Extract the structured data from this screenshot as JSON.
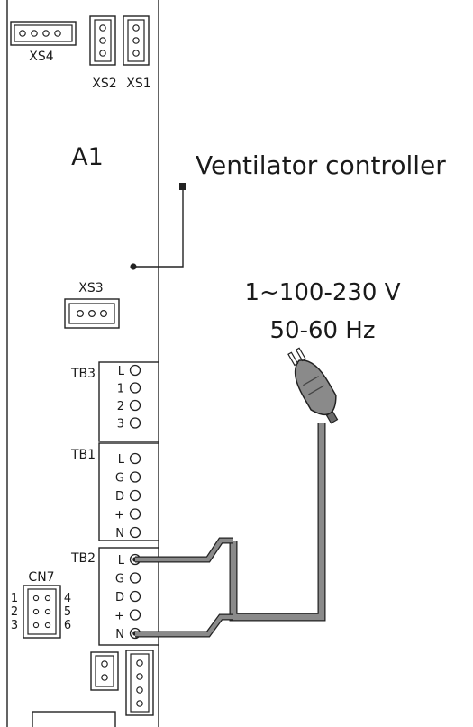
{
  "board": {
    "name": "A1",
    "title": "Ventilator controller"
  },
  "connectors": {
    "xs4": "XS4",
    "xs2": "XS2",
    "xs1": "XS1",
    "xs3": "XS3",
    "cn7": "CN7"
  },
  "power": {
    "voltage": "1~100-230 V",
    "frequency": "50-60 Hz"
  },
  "terminal_blocks": {
    "tb3": {
      "label": "TB3",
      "pins": [
        "L",
        "1",
        "2",
        "3"
      ]
    },
    "tb1": {
      "label": "TB1",
      "pins": [
        "L",
        "G",
        "D",
        "+",
        "N"
      ]
    },
    "tb2": {
      "label": "TB2",
      "pins": [
        "L",
        "G",
        "D",
        "+",
        "N"
      ]
    }
  },
  "cn7_pins": {
    "left": [
      "1",
      "2",
      "3"
    ],
    "right": [
      "4",
      "5",
      "6"
    ]
  }
}
